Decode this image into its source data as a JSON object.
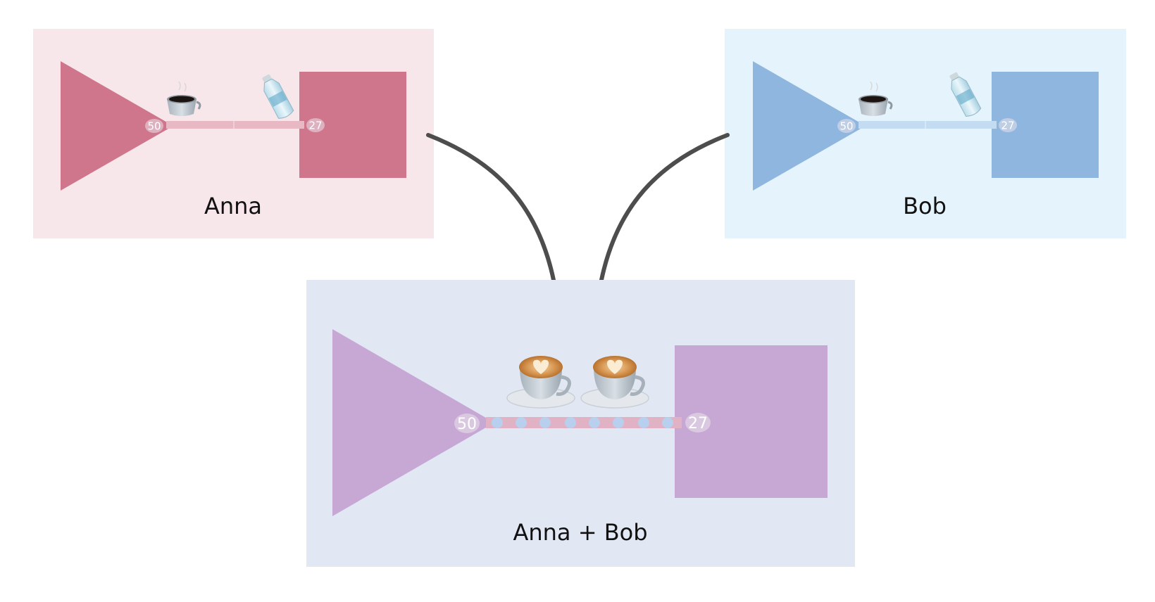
{
  "colors": {
    "anna_bg": "#f7e6ea",
    "anna_shape": "#d0768c",
    "anna_line": "#e8b8c5",
    "bob_bg": "#e5f4fc",
    "bob_shape": "#8eb6df",
    "bob_line": "#c3dcf2",
    "combined_bg": "#e2e7f4",
    "combined_shape": "#c7a8d5",
    "combined_line_a": "#e0b2c3",
    "combined_line_b": "#b9cfee",
    "arrow": "#4d4d4d",
    "badge": "#e8e2ea"
  },
  "icons": {
    "anna": [
      "coffee-cup-icon",
      "water-bottle-icon"
    ],
    "bob": [
      "coffee-cup-icon",
      "water-bottle-icon"
    ],
    "combined": [
      "latte-cup-icon",
      "latte-cup-icon"
    ]
  },
  "panels": {
    "anna": {
      "label": "Anna",
      "source_value": "50",
      "target_value": "27"
    },
    "bob": {
      "label": "Bob",
      "source_value": "50",
      "target_value": "27"
    },
    "combined": {
      "label": "Anna + Bob",
      "source_value": "50",
      "target_value": "27"
    }
  }
}
